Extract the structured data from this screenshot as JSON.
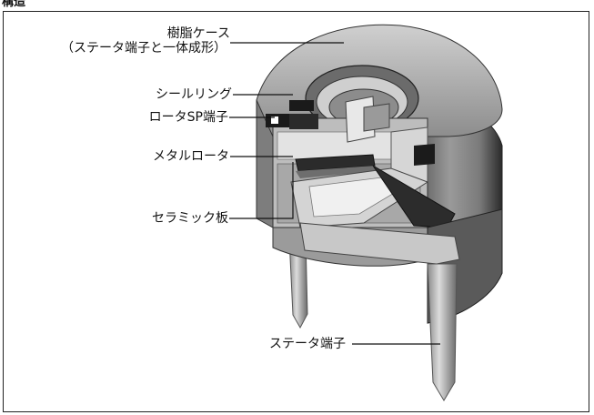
{
  "heading": "構造",
  "labels": {
    "resin_case_line1": "樹脂ケース",
    "resin_case_line2": "（ステータ端子と一体成形）",
    "seal_ring": "シールリング",
    "rotor_sp_terminal": "ロータSP端子",
    "metal_rotor": "メタルロータ",
    "ceramic_plate": "セラミック板",
    "stator_terminal": "ステータ端子"
  }
}
